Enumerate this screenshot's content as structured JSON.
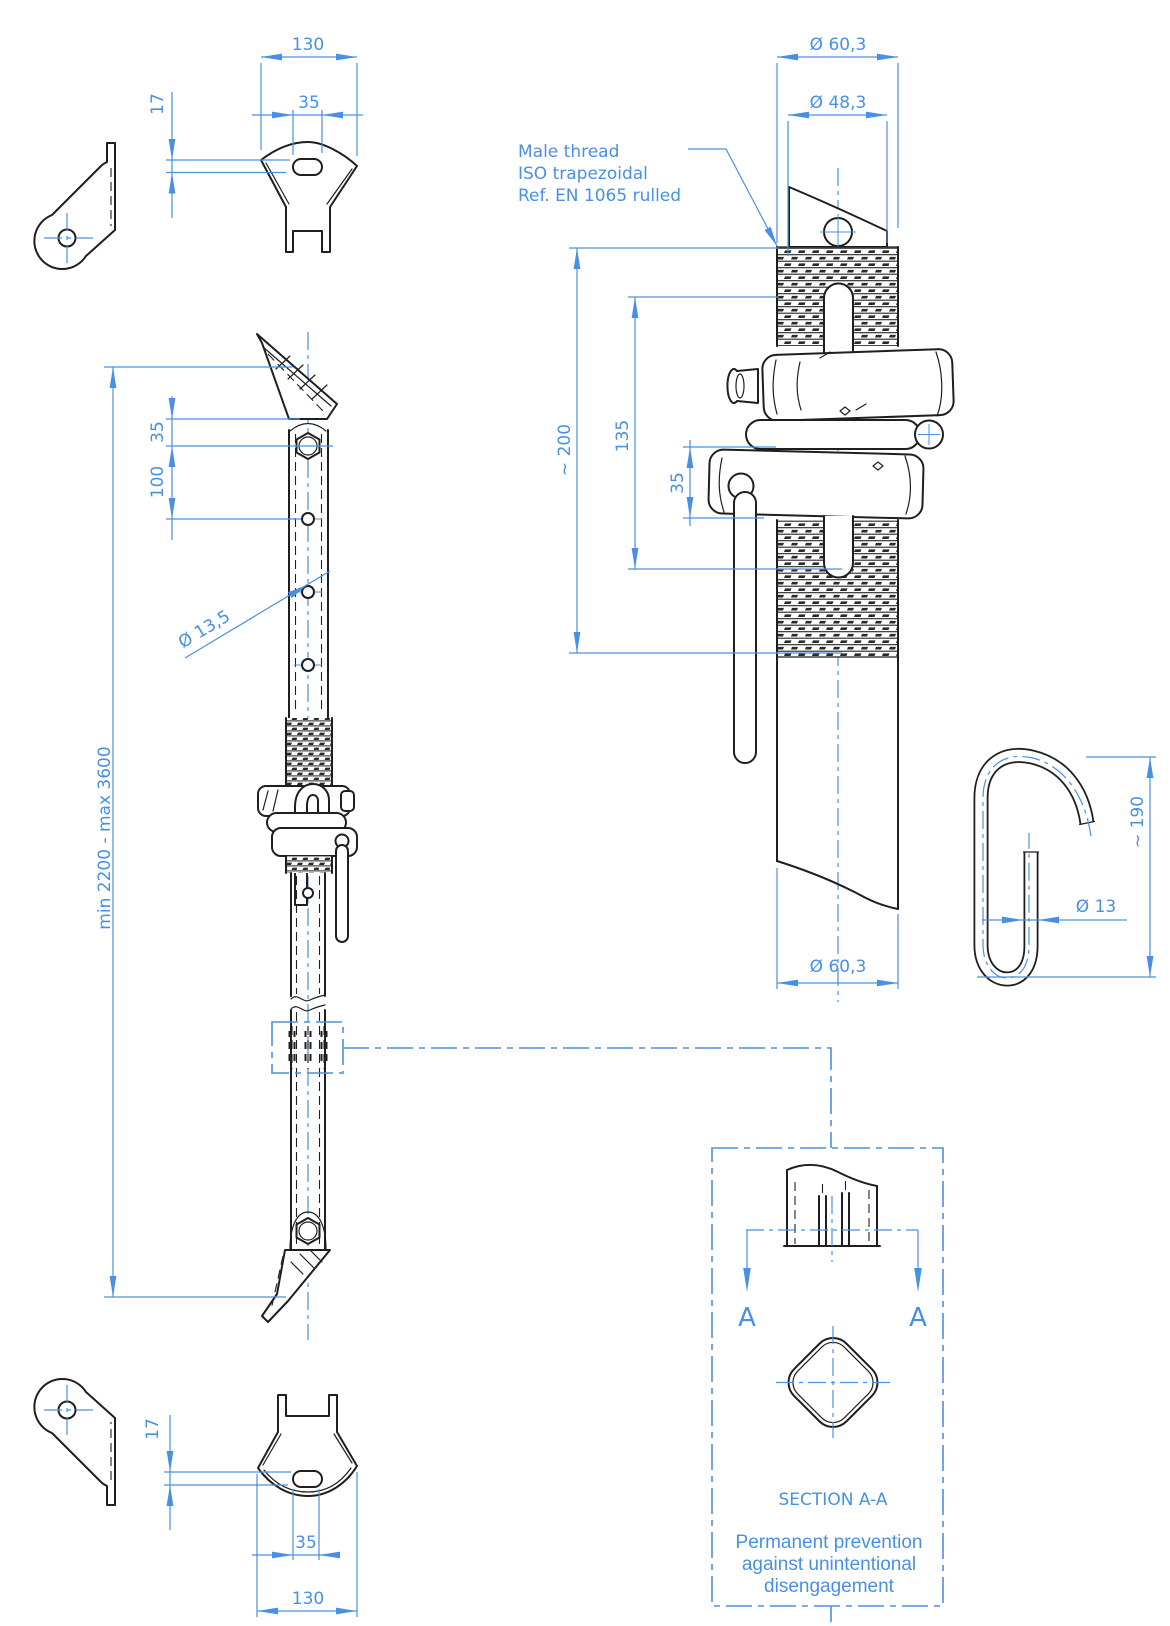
{
  "colors": {
    "annotation": "#4a90e2",
    "line": "#1f1f1f",
    "background": "#ffffff"
  },
  "top_bracket": {
    "width_dim": "130",
    "slot_dim": "35",
    "thickness_dim": "17"
  },
  "assembly": {
    "overall_dim": "min 2200 - max 3600",
    "offset_dim": "35",
    "pitch_dim": "100",
    "hole_dia_dim": "Ø 13,5"
  },
  "thread_detail": {
    "outer_dia_top": "Ø 60,3",
    "thread_dia": "Ø 48,3",
    "note": [
      "Male thread",
      "ISO trapezoidal",
      "Ref. EN 1065 rulled"
    ],
    "length_dim": "~ 200",
    "slot_len_dim": "135",
    "nut_dim": "35",
    "outer_dia_bottom": "Ø 60,3"
  },
  "hook": {
    "length_dim": "~ 190",
    "wire_dia_dim": "Ø 13"
  },
  "section": {
    "cut_left": "A",
    "cut_right": "A",
    "title": "SECTION A-A",
    "caption": [
      "Permanent prevention",
      "against unintentional",
      "disengagement"
    ]
  },
  "bottom_bracket": {
    "thickness_dim": "17",
    "slot_dim": "35",
    "width_dim": "130"
  }
}
